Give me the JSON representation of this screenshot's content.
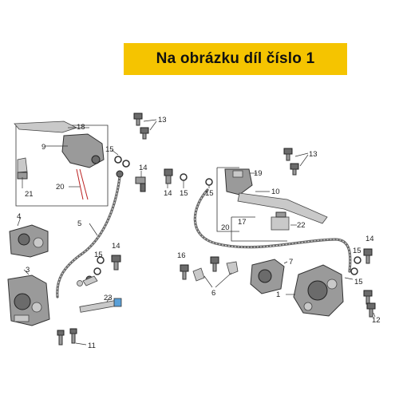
{
  "header": {
    "title": "Na obrázku díl číslo 1"
  },
  "callouts": {
    "n1": "1",
    "n3": "3",
    "n4": "4",
    "n5": "5",
    "n6": "6",
    "n7": "7",
    "n9": "9",
    "n10": "10",
    "n11": "11",
    "n12": "12",
    "n13a": "13",
    "n13b": "13",
    "n14a": "14",
    "n14b": "14",
    "n14c": "14",
    "n14d": "14",
    "n15a": "15",
    "n15b": "15",
    "n15c": "15",
    "n15d": "15",
    "n15e": "15",
    "n15f": "15",
    "n16": "16",
    "n17": "17",
    "n18": "18",
    "n19": "19",
    "n20a": "20",
    "n20b": "20",
    "n21": "21",
    "n22": "22",
    "n23": "23"
  },
  "colors": {
    "banner": "#f5c400",
    "hose": "#666666",
    "part": "#9a9a9a"
  }
}
